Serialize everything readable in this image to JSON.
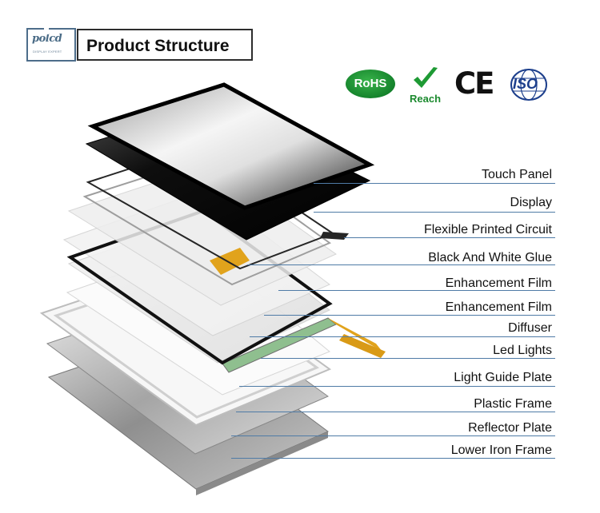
{
  "brand": {
    "logo_text": "polcd",
    "logo_subtext": "DISPLAY EXPERT"
  },
  "header": {
    "title": "Product Structure"
  },
  "certifications": [
    {
      "label": "RoHS",
      "icon": "rohs-badge-icon"
    },
    {
      "label": "Reach",
      "icon": "reach-checkmark-icon"
    },
    {
      "label": "CE",
      "icon": "ce-mark-icon"
    },
    {
      "label": "ISO",
      "icon": "iso-globe-icon"
    }
  ],
  "layers": [
    {
      "label": "Touch Panel"
    },
    {
      "label": "Display"
    },
    {
      "label": "Flexible Printed Circuit"
    },
    {
      "label": "Black And White Glue"
    },
    {
      "label": "Enhancement Film"
    },
    {
      "label": "Enhancement Film"
    },
    {
      "label": "Diffuser"
    },
    {
      "label": "Led Lights"
    },
    {
      "label": "Light Guide Plate"
    },
    {
      "label": "Plastic Frame"
    },
    {
      "label": "Reflector Plate"
    },
    {
      "label": "Lower Iron Frame"
    }
  ],
  "colors": {
    "leader_line": "#4f7ba6",
    "fpc_gold": "#e1a31c",
    "rohs_green": "#1c8f32",
    "iso_blue": "#1d3f8c"
  }
}
